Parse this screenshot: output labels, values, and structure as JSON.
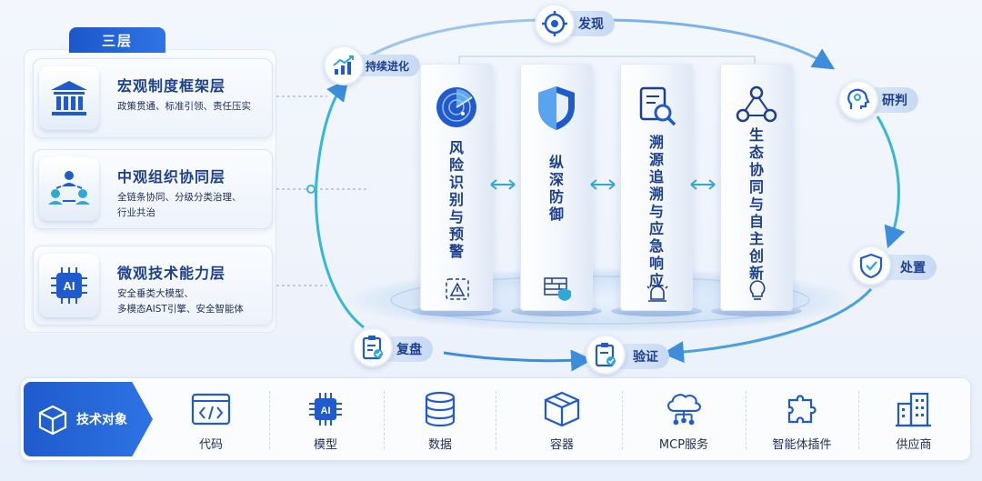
{
  "panel_tab": "三层",
  "layers": [
    {
      "title": "宏观制度框架层",
      "desc": [
        "政策贯通、标准引领、责任压实"
      ],
      "icon": "bank-building-icon"
    },
    {
      "title": "中观组织协同层",
      "desc": [
        "全链条协同、分级分类治理、",
        "行业共治"
      ],
      "icon": "people-network-icon"
    },
    {
      "title": "微观技术能力层",
      "desc": [
        "安全垂类大模型、",
        "多模态AIST引擎、安全智能体"
      ],
      "icon": "ai-chip-icon"
    }
  ],
  "pillars": [
    {
      "chars": [
        "风",
        "险",
        "识",
        "别",
        "与",
        "预",
        "警"
      ],
      "top_icon": "radar-icon",
      "bottom_icon": "warning-icon"
    },
    {
      "chars": [
        "纵",
        "深",
        "防",
        "御"
      ],
      "top_icon": "shield-icon",
      "bottom_icon": "firewall-icon"
    },
    {
      "chars": [
        "溯",
        "源",
        "追",
        "溯",
        "与",
        "应",
        "急",
        "响",
        "应"
      ],
      "top_icon": "document-search-icon",
      "bottom_icon": "alarm-light-icon"
    },
    {
      "chars": [
        "生",
        "态",
        "协",
        "同",
        "与",
        "自",
        "主",
        "创",
        "新"
      ],
      "top_icon": "nodes-icon",
      "bottom_icon": "lightbulb-icon"
    }
  ],
  "cycle": {
    "discover": "发现",
    "judge": "研判",
    "dispose": "处置",
    "verify": "验证",
    "review": "复盘",
    "evolve": "持续进化"
  },
  "objects_header": "技术对象",
  "objects": [
    {
      "label": "代码",
      "icon": "code-window-icon"
    },
    {
      "label": "模型",
      "icon": "ai-chip-icon"
    },
    {
      "label": "数据",
      "icon": "database-icon"
    },
    {
      "label": "容器",
      "icon": "container-box-icon"
    },
    {
      "label": "MCP服务",
      "icon": "cloud-network-icon"
    },
    {
      "label": "智能体插件",
      "icon": "puzzle-icon"
    },
    {
      "label": "供应商",
      "icon": "buildings-icon"
    }
  ],
  "colors": {
    "primary": "#1f5bcc",
    "accent": "#2fa8d8",
    "text": "#1d3f8f"
  }
}
